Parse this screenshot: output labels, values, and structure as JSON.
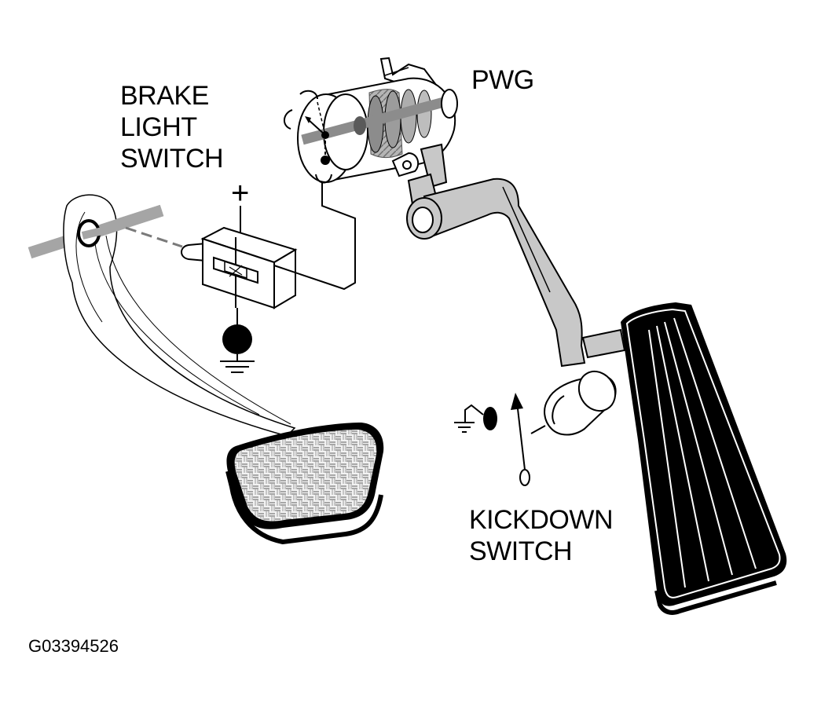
{
  "labels": {
    "brake_light_switch": [
      "BRAKE",
      "LIGHT",
      "SWITCH"
    ],
    "pwg": "PWG",
    "kickdown_switch": [
      "KICKDOWN",
      "SWITCH"
    ],
    "plus_sign": "+",
    "figure_code": "G03394526"
  },
  "colors": {
    "ink": "#000000",
    "part_gray": "#c8c8c8",
    "part_dark_gray": "#8c8c8c",
    "background": "#ffffff"
  }
}
